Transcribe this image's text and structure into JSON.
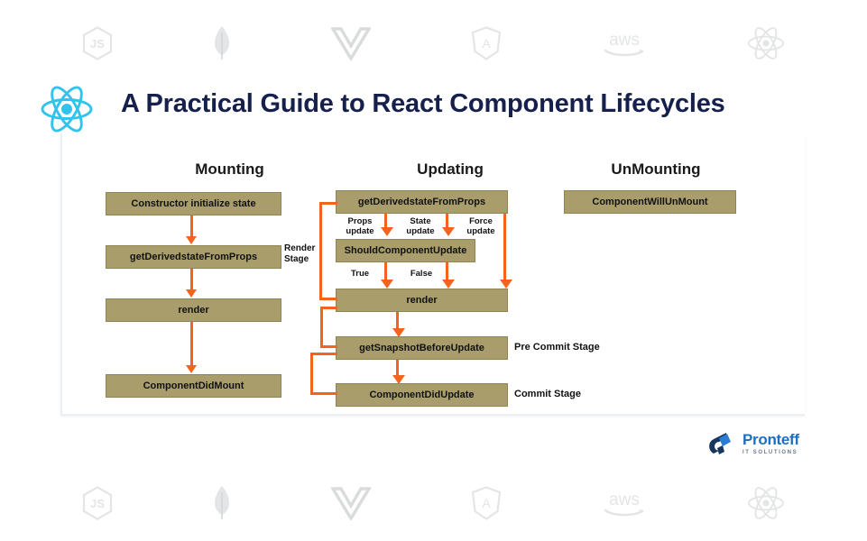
{
  "header": {
    "title": "A Practical Guide to React Component Lifecycles",
    "logo_icon": "react-atom-icon",
    "logo_color": "#2fc3ee",
    "title_color": "#16204c"
  },
  "watermarks": {
    "color": "#e3e5e6",
    "items": [
      {
        "name": "nodejs-icon",
        "label": "JS"
      },
      {
        "name": "mongodb-icon",
        "label": ""
      },
      {
        "name": "vue-icon",
        "label": "V"
      },
      {
        "name": "angular-icon",
        "label": "A"
      },
      {
        "name": "aws-icon",
        "label": "aws"
      },
      {
        "name": "react-icon",
        "label": ""
      }
    ]
  },
  "diagram": {
    "box_fill": "#a89d6b",
    "box_border": "#8f8454",
    "connector_color": "#f4641e",
    "columns": [
      {
        "id": "mounting",
        "heading": "Mounting",
        "boxes": [
          {
            "label": "Constructor initialize state"
          },
          {
            "label": "getDerivedstateFromProps"
          },
          {
            "label": "render"
          },
          {
            "label": "ComponentDidMount"
          }
        ]
      },
      {
        "id": "updating",
        "heading": "Updating",
        "boxes": [
          {
            "label": "getDerivedstateFromProps"
          },
          {
            "label": "ShouldComponentUpdate"
          },
          {
            "label": "render"
          },
          {
            "label": "getSnapshotBeforeUpdate"
          },
          {
            "label": "ComponentDidUpdate"
          }
        ],
        "edge_labels": [
          {
            "line1": "Props",
            "line2": "update"
          },
          {
            "line1": "State",
            "line2": "update"
          },
          {
            "line1": "Force",
            "line2": "update"
          },
          {
            "line1": "True",
            "line2": ""
          },
          {
            "line1": "False",
            "line2": ""
          }
        ],
        "stage_labels": [
          {
            "line1": "Render",
            "line2": "Stage"
          }
        ],
        "side_labels": [
          {
            "text": "Pre Commit Stage"
          },
          {
            "text": "Commit Stage"
          }
        ]
      },
      {
        "id": "unmounting",
        "heading": "UnMounting",
        "boxes": [
          {
            "label": "ComponentWillUnMount"
          }
        ]
      }
    ]
  },
  "brand": {
    "name": "Pronteff",
    "tagline": "IT SOLUTIONS",
    "mark_icon": "pronteff-logo-icon",
    "name_color": "#1b6fc4"
  }
}
